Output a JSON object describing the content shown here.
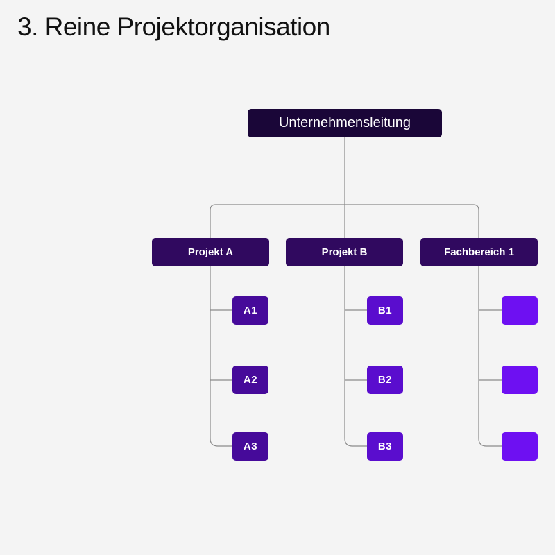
{
  "header": {
    "title": "3. Reine Projektorganisation"
  },
  "org_chart": {
    "root": {
      "label": "Unternehmensleitung"
    },
    "columns": [
      {
        "label": "Projekt A",
        "children": [
          "A1",
          "A2",
          "A3"
        ]
      },
      {
        "label": "Projekt B",
        "children": [
          "B1",
          "B2",
          "B3"
        ]
      },
      {
        "label": "Fachbereich 1",
        "children": [
          "",
          "",
          ""
        ]
      }
    ]
  },
  "colors": {
    "background": "#f4f4f4",
    "title_text": "#111111",
    "connector": "#8a8a8a",
    "root": "#1a0638",
    "level1": "#30095f",
    "column_a_children": "#460a9a",
    "column_b_children": "#5a0dce",
    "column_c_children": "#6e10f2"
  }
}
